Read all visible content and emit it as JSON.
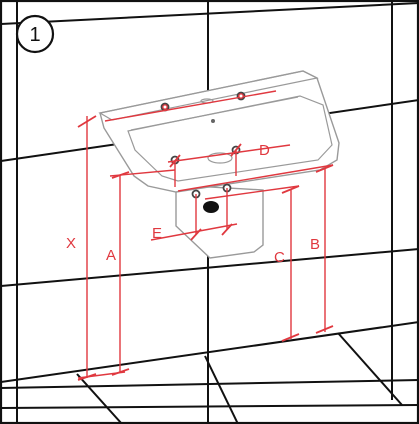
{
  "step": {
    "number": "1"
  },
  "labels": {
    "x": "X",
    "a": "A",
    "b": "B",
    "c": "C",
    "d": "D",
    "e": "E"
  },
  "colors": {
    "dimension": "#e0383f",
    "tile_grid": "#111111",
    "sink_outline": "#9a9a9a"
  }
}
